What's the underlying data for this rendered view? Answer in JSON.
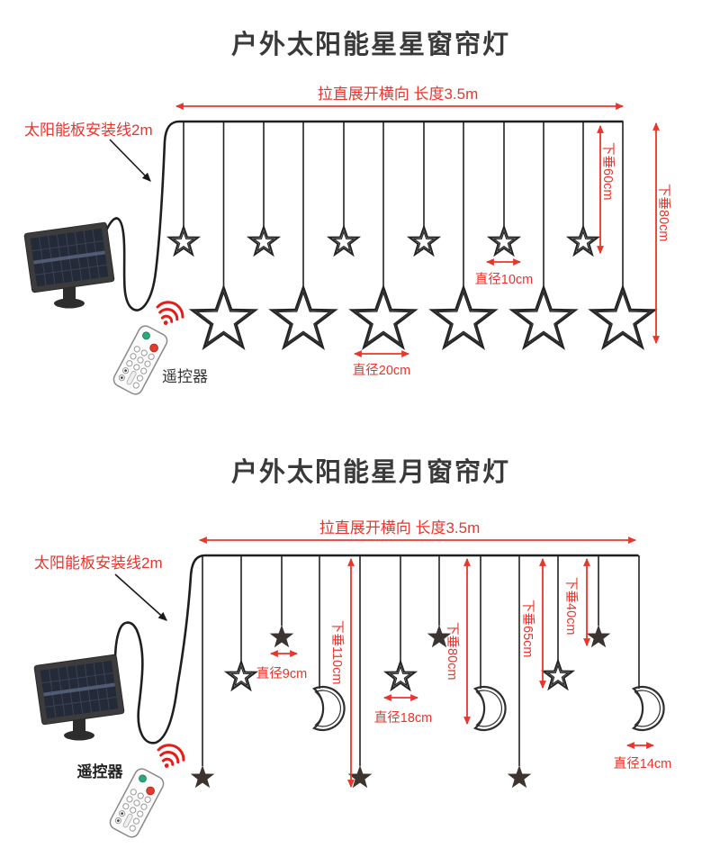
{
  "colors": {
    "accent_red": "#e8362b",
    "line_black": "#222222",
    "title_gray": "#3a3a3a"
  },
  "sections": {
    "star": {
      "title": "户外太阳能星星窗帘灯",
      "length_label": "拉直展开横向 长度3.5m",
      "panel_cable_label": "太阳能板安装线2m",
      "remote_label": "遥控器",
      "drop_small": "下垂60cm",
      "drop_large": "下垂80cm",
      "dia_small_star": "直径10cm",
      "dia_large_star": "直径20cm"
    },
    "star_moon": {
      "title": "户外太阳能星月窗帘灯",
      "length_label": "拉直展开横向 长度3.5m",
      "panel_cable_label": "太阳能板安装线2m",
      "remote_label": "遥控器",
      "drop_110": "下垂110cm",
      "drop_80": "下垂80cm",
      "drop_65": "下垂65cm",
      "drop_40": "下垂40cm",
      "dia_9": "直径9cm",
      "dia_18": "直径18cm",
      "dia_14": "直径14cm"
    }
  }
}
